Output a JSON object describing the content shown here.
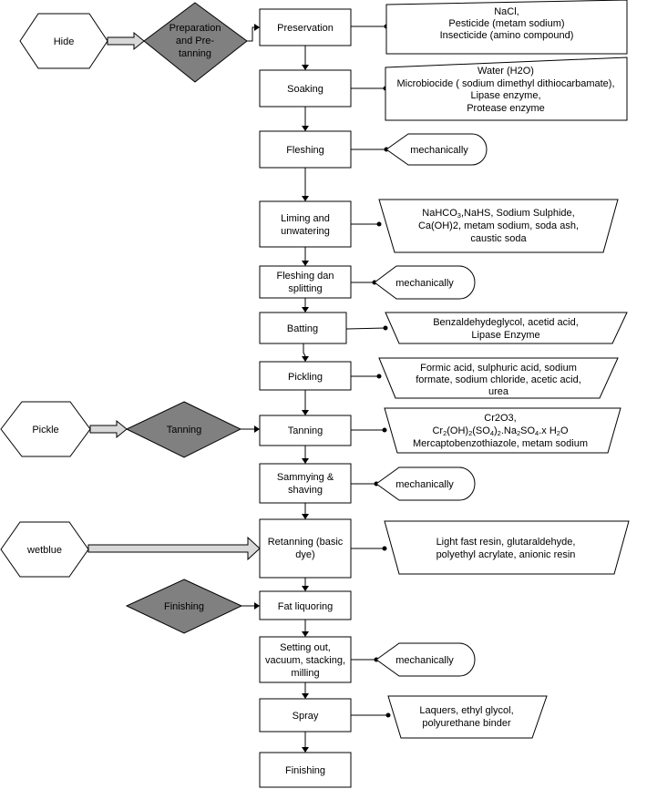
{
  "inputs": {
    "hide": "Hide",
    "pickle": "Pickle",
    "wetblue": "wetblue"
  },
  "decisions": {
    "prep": [
      "Preparation",
      "and Pre-",
      "tanning"
    ],
    "tanning": "Tanning",
    "finishing": "Finishing"
  },
  "steps": {
    "preservation": [
      "Preservation"
    ],
    "soaking": [
      "Soaking"
    ],
    "fleshing": [
      "Fleshing"
    ],
    "liming": [
      "Liming and",
      "unwatering"
    ],
    "fleshing_split": [
      "Fleshing dan",
      "splitting"
    ],
    "batting": [
      "Batting"
    ],
    "pickling": [
      "Pickling"
    ],
    "tanning": [
      "Tanning"
    ],
    "sammying": [
      "Sammying &",
      "shaving"
    ],
    "retanning": [
      "Retanning (basic",
      "dye)"
    ],
    "fat_liquoring": [
      "Fat liquoring"
    ],
    "setting_out": [
      "Setting out,",
      "vacuum, stacking,",
      "milling"
    ],
    "spray": [
      "Spray"
    ],
    "finishing": [
      "Finishing"
    ]
  },
  "chemicals": {
    "preservation": [
      "NaCl,",
      "Pesticide (metam sodium)",
      "Insecticide (amino compound)"
    ],
    "soaking": [
      "Water (H2O)",
      "Microbiocide ( sodium dimethyl dithiocarbamate),",
      "Lipase enzyme,",
      "Protease enzyme"
    ],
    "liming": [
      "NaHCO",
      "3",
      ",NaHS, Sodium Sulphide,",
      "Ca(OH)2, metam sodium, soda ash,",
      "caustic soda"
    ],
    "batting": [
      "Benzaldehydeglycol, acetid acid,",
      "Lipase Enzyme"
    ],
    "pickling": [
      "Formic acid, sulphuric acid, sodium",
      "formate, sodium chloride, acetic acid,",
      "urea"
    ],
    "tanning": {
      "line1": "Cr2O3,",
      "line2_parts": [
        "Cr",
        "2",
        "(OH)",
        "2",
        "(SO",
        "4",
        ")",
        "2",
        ".Na",
        "2",
        "SO",
        "4",
        ".x H",
        "2",
        "O"
      ],
      "line3": "Mercaptobenzothiazole, metam sodium"
    },
    "retanning": [
      "Light fast resin, glutaraldehyde,",
      "polyethyl acrylate, anionic resin"
    ],
    "spray": [
      "Laquers, ethyl glycol,",
      "polyurethane binder"
    ]
  },
  "mechanical": {
    "fleshing": "mechanically",
    "fleshing_split": "mechanically",
    "sammying": "mechanically",
    "setting_out": "mechanically"
  }
}
